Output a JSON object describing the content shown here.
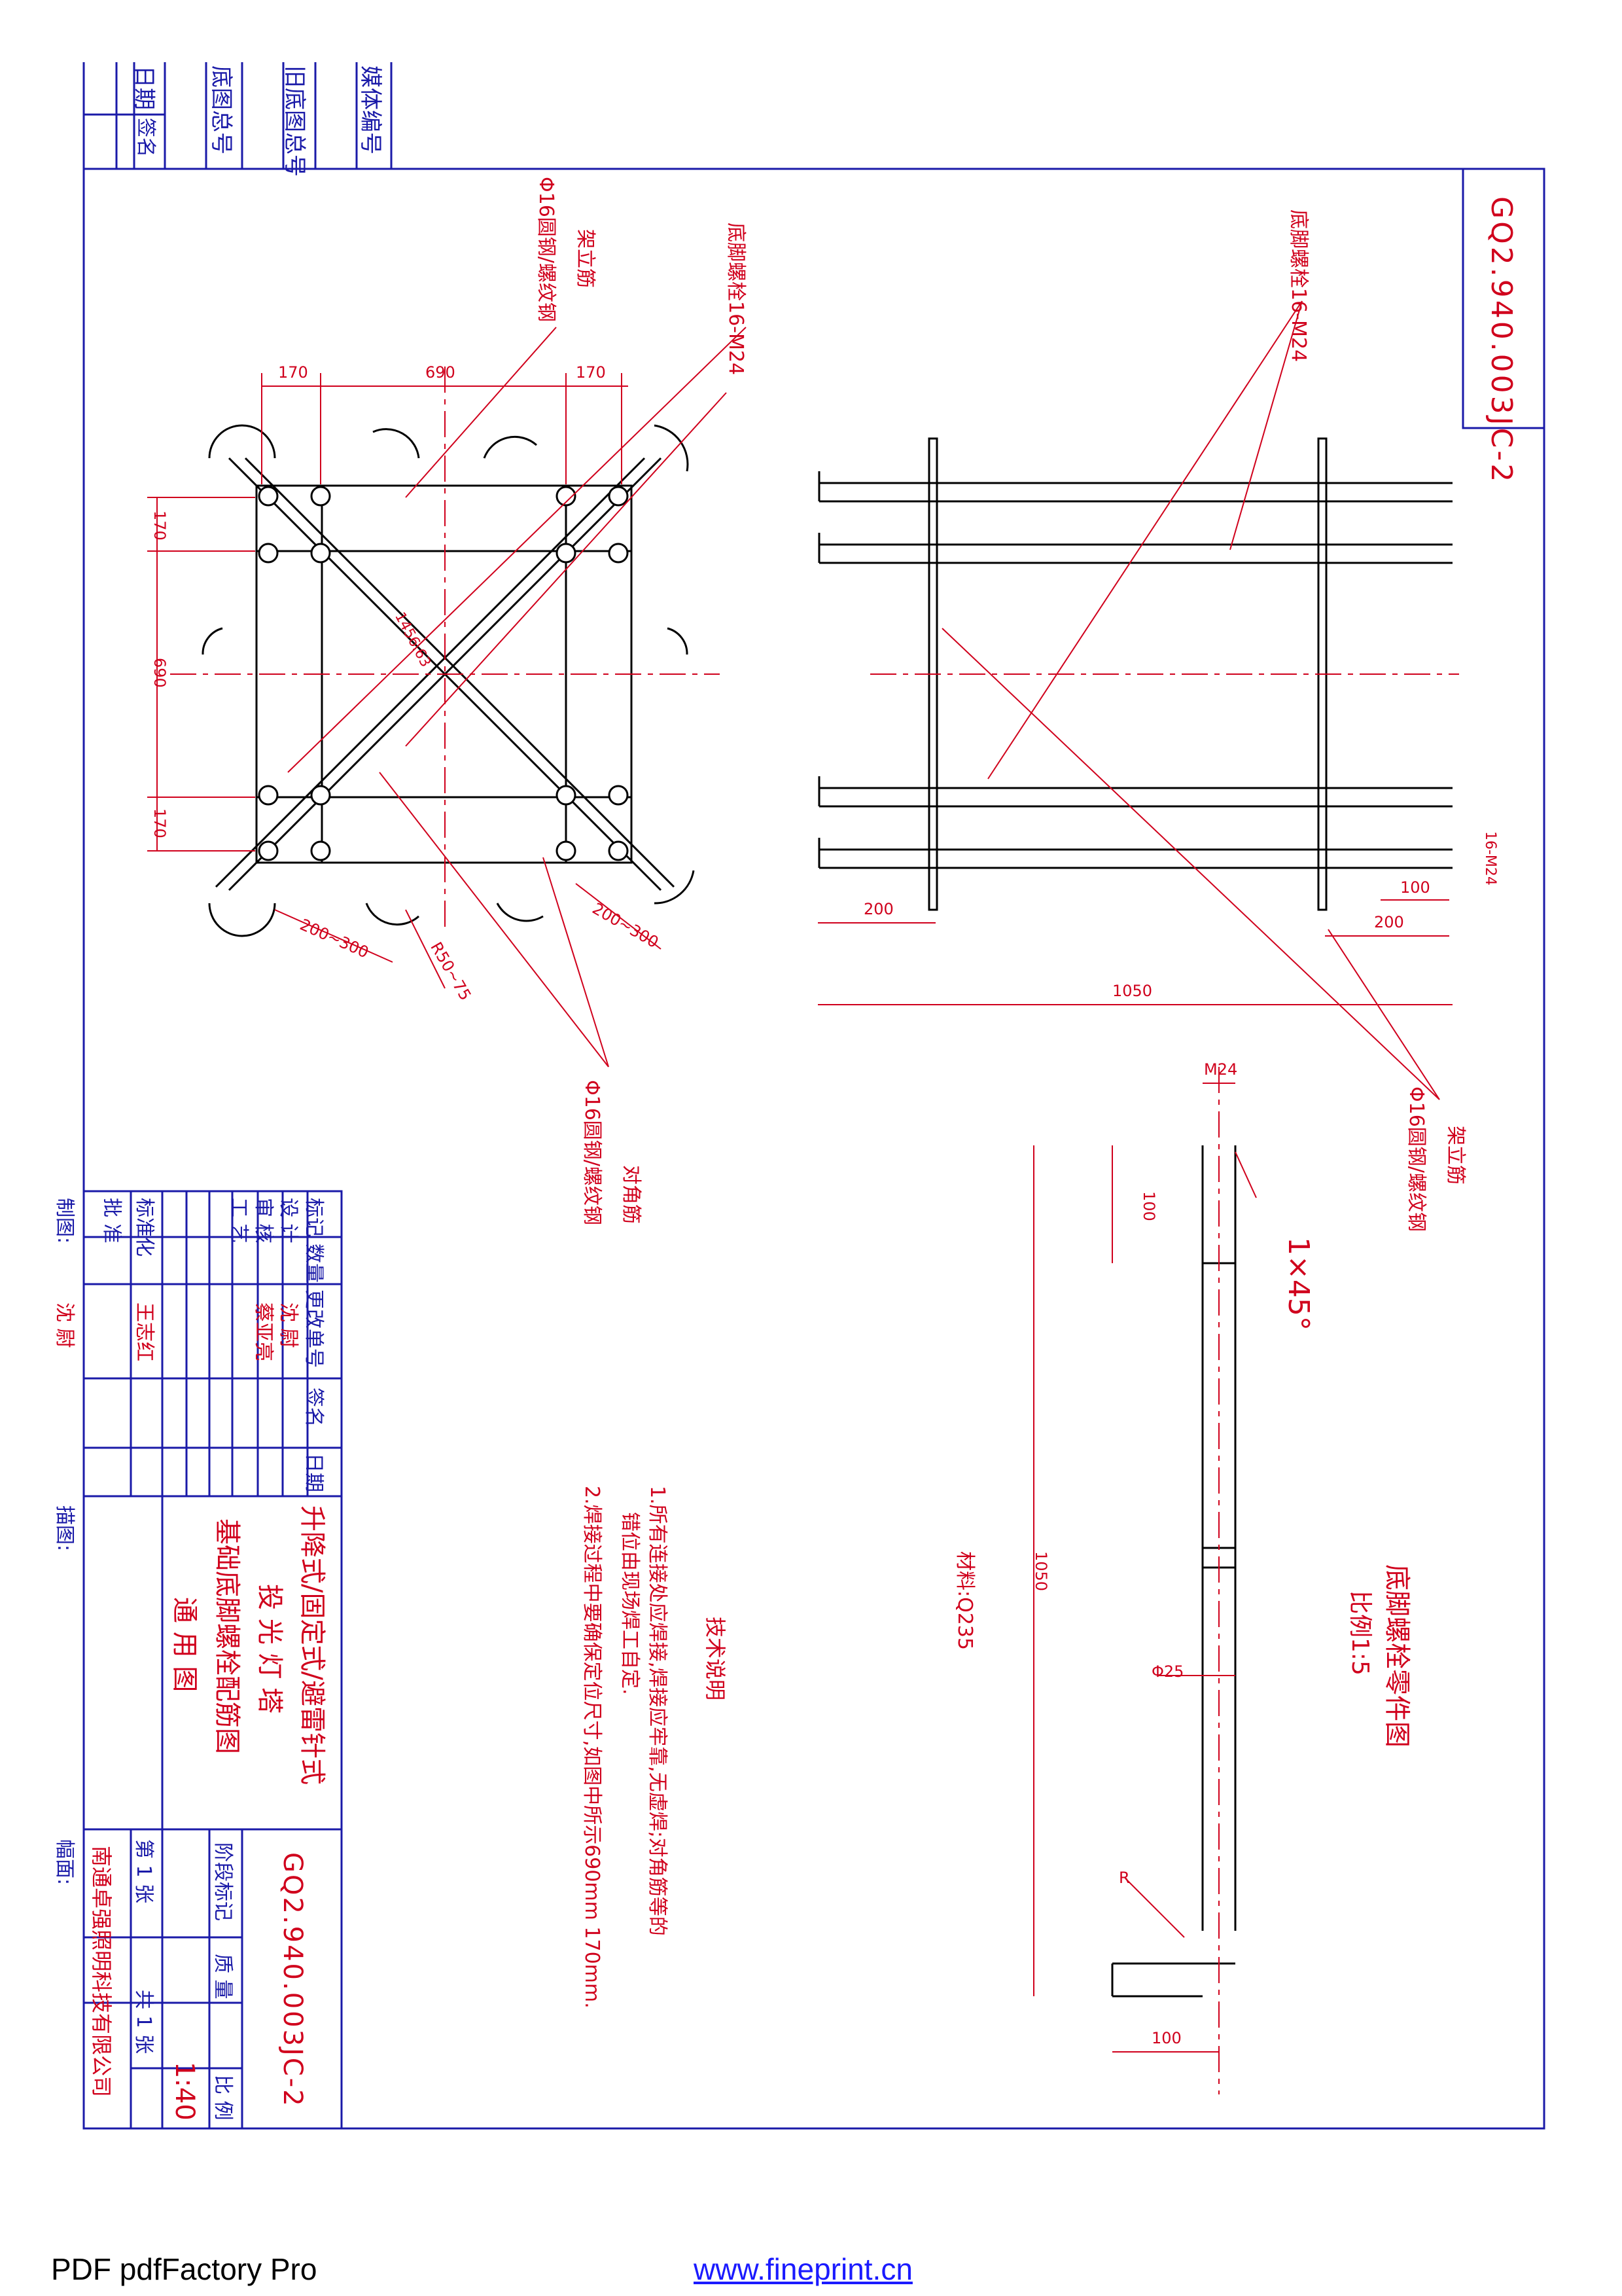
{
  "drawing": {
    "code": "GQ2.940.003JC-2",
    "company": "南通卓强照明科技有限公司",
    "title_lines": [
      "升降式/固定式/避雷针式",
      "投 光 灯 塔",
      "基础底脚螺栓配筋图",
      "通 用 图"
    ],
    "scale": "1:40",
    "sheet_no": "第 1 张",
    "sheet_total": "共 1 张",
    "stage_label": "阶段标记",
    "weight_label": "质 量",
    "ratio_label": "比 例"
  },
  "title_block": {
    "headers": [
      "标记",
      "数量",
      "更改单号",
      "签名",
      "日期"
    ],
    "rows": [
      {
        "role": "设 计",
        "name": "沈 尉"
      },
      {
        "role": "审 核",
        "name": "蔡亚亮"
      },
      {
        "role": "工 艺",
        "name": ""
      },
      {
        "role": "标准化",
        "name": "王志红"
      },
      {
        "role": "批 准",
        "name": ""
      }
    ],
    "drawn_label": "制图:",
    "drawn_name": "沈 尉",
    "traced_label": "描图:",
    "format_label": "幅面:"
  },
  "side_strip": [
    "媒体编号",
    "旧底图总号",
    "底图总号",
    "日期",
    "签名"
  ],
  "notes": {
    "heading": "技术说明",
    "items": [
      "1.所有连接处应焊接,焊接应牢靠,无虚焊;对角筋等的",
      "错位由现场焊工自定.",
      "2.焊接过程中要确保定位尺寸,如图中所示690mm   170mm."
    ],
    "material": "材料:Q235"
  },
  "part_view": {
    "title": "底脚螺栓零件图",
    "scale": "比例1:5",
    "chamfer": "1×45°",
    "dims": {
      "thread": "M24",
      "thread_len": "100",
      "length": "1050",
      "dia": "Φ25",
      "hook": "100",
      "radius": "R"
    }
  },
  "plan_view": {
    "dims": {
      "a": "170",
      "b": "690",
      "c": "170",
      "d": "170",
      "e": "690",
      "f": "170",
      "spacing1": "200~300",
      "spacing2": "200~300",
      "bend": "R50~75",
      "diag": "1456.63"
    },
    "callouts": {
      "bolt": "底脚螺栓16-M24",
      "rod": "Φ16圆钢/螺纹钢",
      "rod_label": "架立筋",
      "diag_rod": "Φ16圆钢/螺纹钢",
      "diag_label": "对角筋"
    }
  },
  "elevation_view": {
    "dims": {
      "total": "1050",
      "left": "200",
      "right": "200",
      "thread": "100",
      "bolt": "16-M24"
    },
    "callouts": {
      "bolt": "底脚螺栓16-M24",
      "rod": "Φ16圆钢/螺纹钢",
      "rod_label": "架立筋"
    }
  },
  "footer": {
    "left": "PDF  pdfFactory Pro",
    "link": "www.fineprint.cn"
  }
}
